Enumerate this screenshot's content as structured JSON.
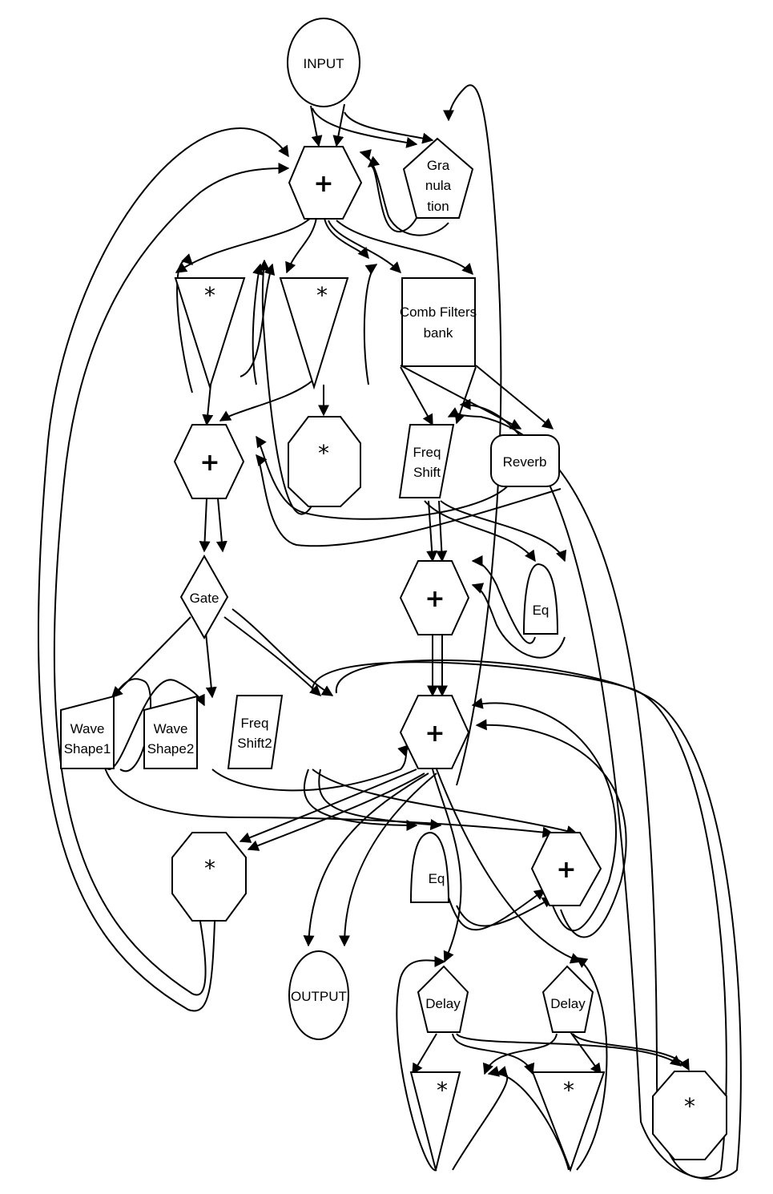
{
  "diagram": {
    "nodes": [
      {
        "id": "input",
        "label": "INPUT",
        "shape": "ellipse"
      },
      {
        "id": "sum1",
        "label": "+",
        "shape": "hexagon"
      },
      {
        "id": "granulation",
        "label_lines": [
          "Gra",
          "nula",
          "tion"
        ],
        "shape": "pentagon"
      },
      {
        "id": "mul1",
        "label": "*",
        "shape": "inv-triangle"
      },
      {
        "id": "mul2",
        "label": "*",
        "shape": "inv-triangle"
      },
      {
        "id": "comb",
        "label_lines": [
          "Comb Filters",
          "bank"
        ],
        "shape": "box"
      },
      {
        "id": "sum2",
        "label": "+",
        "shape": "hexagon"
      },
      {
        "id": "mul3",
        "label": "*",
        "shape": "octagon"
      },
      {
        "id": "freqshift",
        "label_lines": [
          "Freq",
          "Shift"
        ],
        "shape": "parallelogram"
      },
      {
        "id": "reverb",
        "label": "Reverb",
        "shape": "rounded-box"
      },
      {
        "id": "gate",
        "label": "Gate",
        "shape": "diamond"
      },
      {
        "id": "sum3",
        "label": "+",
        "shape": "hexagon"
      },
      {
        "id": "eq1",
        "label": "Eq",
        "shape": "dome"
      },
      {
        "id": "wave1",
        "label_lines": [
          "Wave",
          "Shape1"
        ],
        "shape": "manual-input"
      },
      {
        "id": "wave2",
        "label_lines": [
          "Wave",
          "Shape2"
        ],
        "shape": "manual-input"
      },
      {
        "id": "freqshift2",
        "label_lines": [
          "Freq",
          "Shift2"
        ],
        "shape": "parallelogram"
      },
      {
        "id": "sum4",
        "label": "+",
        "shape": "hexagon"
      },
      {
        "id": "mul4",
        "label": "*",
        "shape": "octagon"
      },
      {
        "id": "eq2",
        "label": "Eq",
        "shape": "dome"
      },
      {
        "id": "sum5",
        "label": "+",
        "shape": "hexagon"
      },
      {
        "id": "output",
        "label": "OUTPUT",
        "shape": "ellipse"
      },
      {
        "id": "delay1",
        "label": "Delay",
        "shape": "pentagon"
      },
      {
        "id": "delay2",
        "label": "Delay",
        "shape": "pentagon"
      },
      {
        "id": "mul5",
        "label": "*",
        "shape": "inv-triangle"
      },
      {
        "id": "mul6",
        "label": "*",
        "shape": "inv-triangle"
      },
      {
        "id": "mul7",
        "label": "*",
        "shape": "octagon"
      }
    ]
  }
}
